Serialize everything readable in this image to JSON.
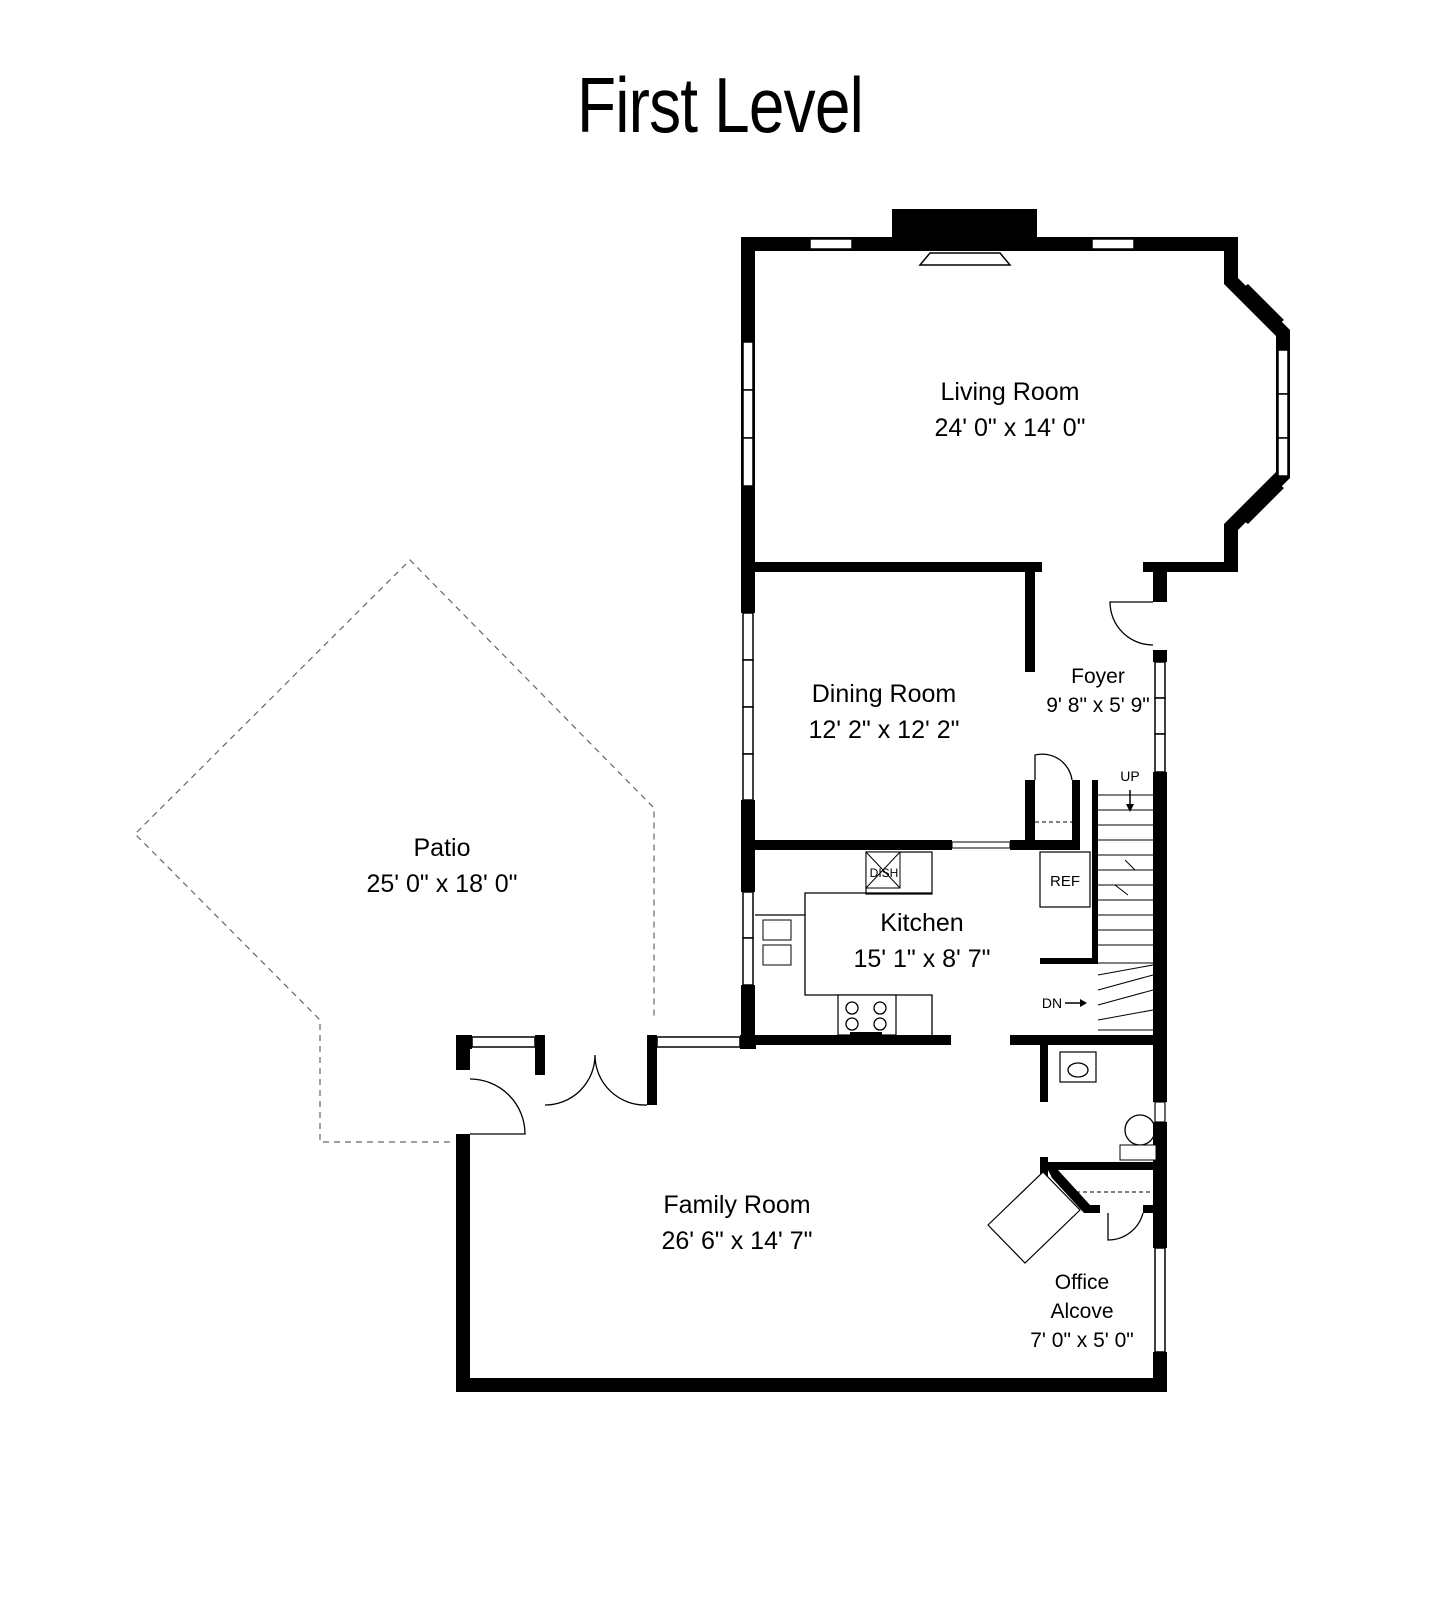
{
  "title": "First Level",
  "rooms": {
    "living": {
      "name": "Living Room",
      "dims": "24' 0\" x 14' 0\""
    },
    "dining": {
      "name": "Dining Room",
      "dims": "12' 2\" x 12' 2\""
    },
    "foyer": {
      "name": "Foyer",
      "dims": "9' 8\" x 5' 9\""
    },
    "kitchen": {
      "name": "Kitchen",
      "dims": "15' 1\" x 8' 7\""
    },
    "patio": {
      "name": "Patio",
      "dims": "25' 0\" x 18' 0\""
    },
    "family": {
      "name": "Family Room",
      "dims": "26' 6\" x 14' 7\""
    },
    "office": {
      "name_line1": "Office",
      "name_line2": "Alcove",
      "dims": "7' 0\" x 5' 0\""
    }
  },
  "fixtures": {
    "fireplace": "FP",
    "dishwasher": "DISH",
    "refrigerator": "REF",
    "stairs_up": "UP",
    "stairs_down": "DN"
  }
}
